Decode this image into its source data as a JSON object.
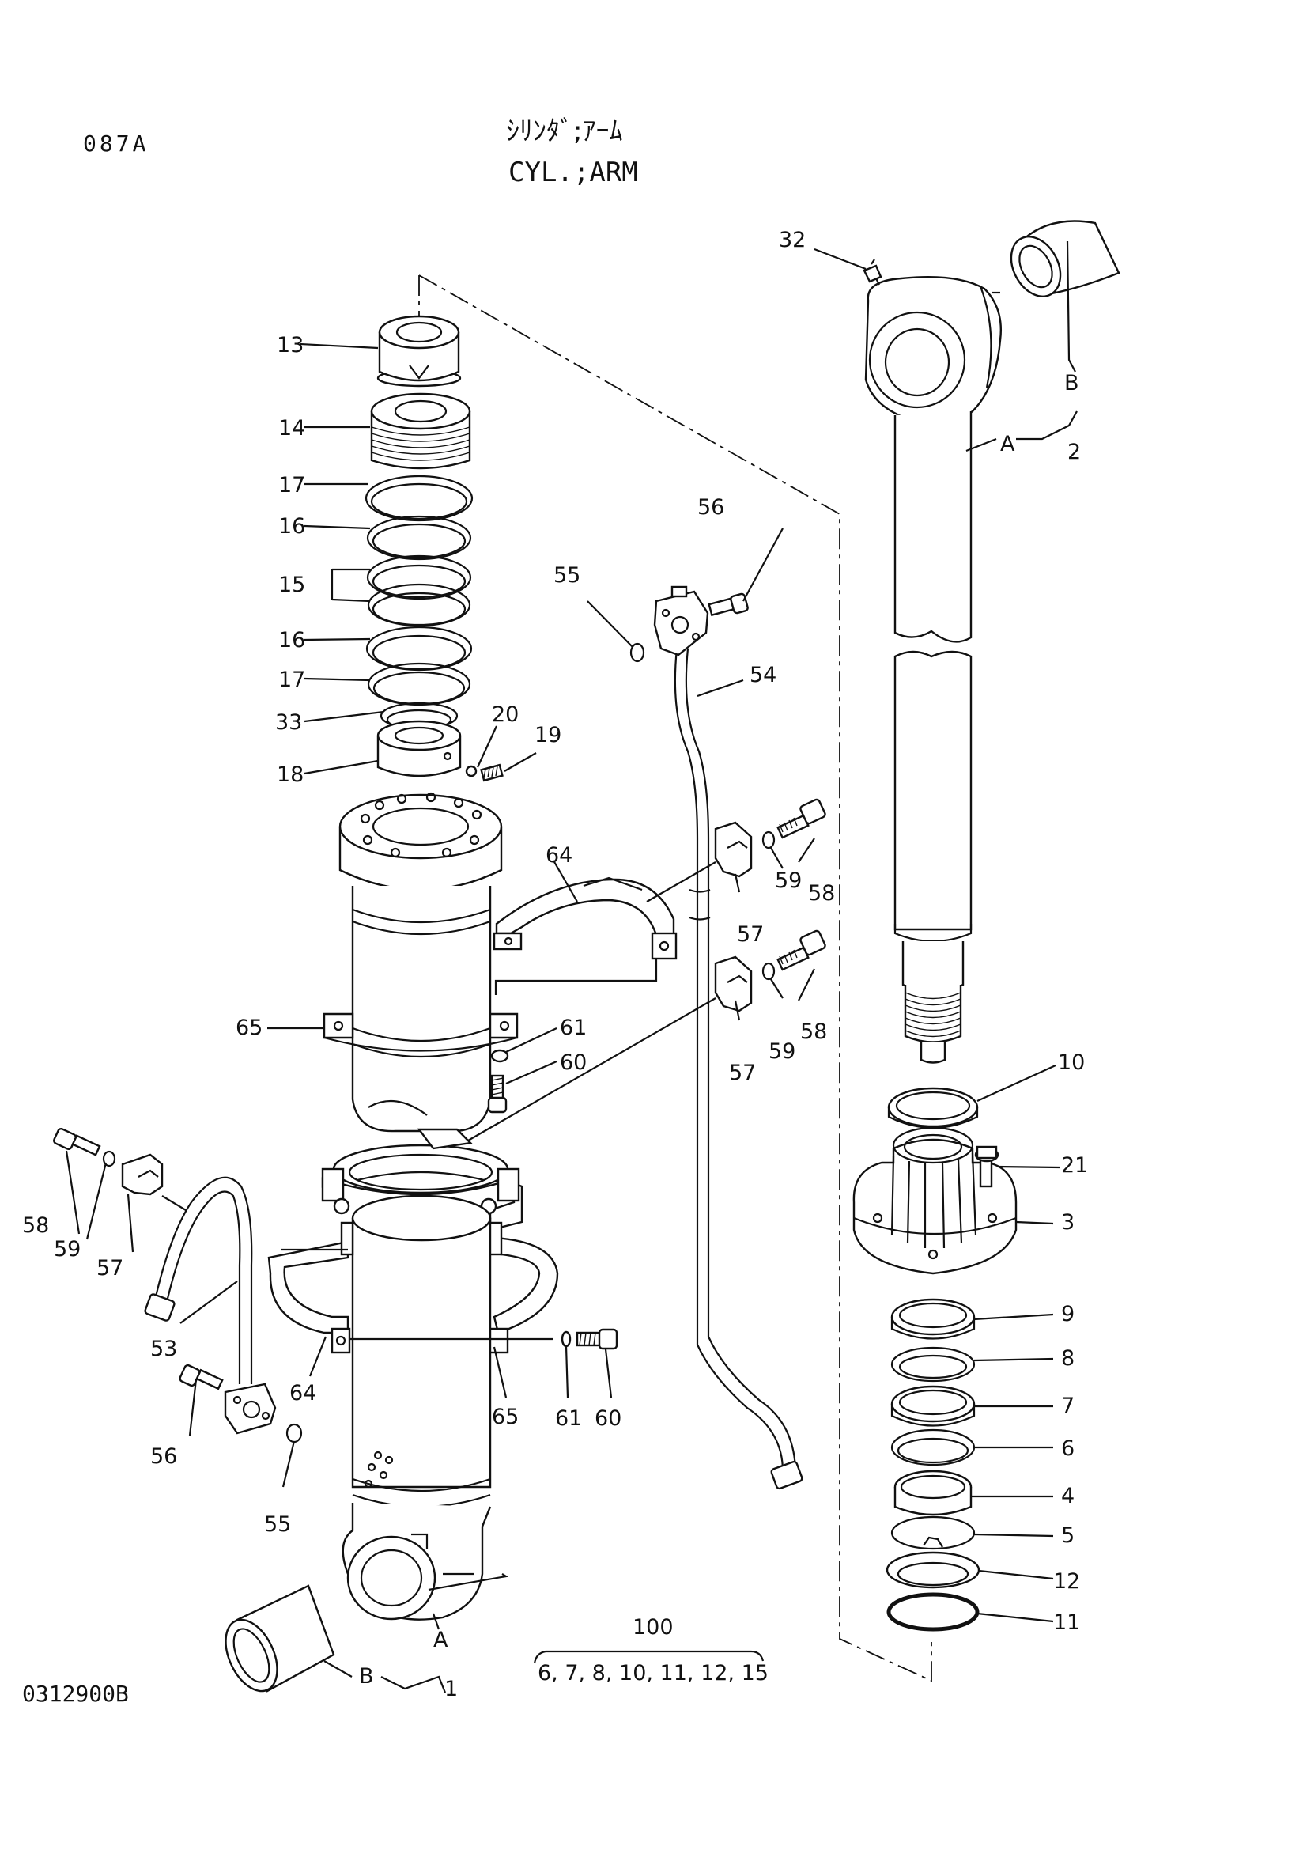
{
  "page_code": "087A",
  "title_jp": "ｼﾘﾝﾀﾞ;ｱｰﾑ",
  "title_en": "CYL.;ARM",
  "drawing_number": "0312900B",
  "kit": {
    "number": "100",
    "contents": "6, 7, 8, 10, 11, 12, 15"
  },
  "callouts": {
    "c1": "1",
    "c2": "2",
    "c3": "3",
    "c4": "4",
    "c5": "5",
    "c6": "6",
    "c7": "7",
    "c8": "8",
    "c9": "9",
    "c10": "10",
    "c11": "11",
    "c12": "12",
    "c13": "13",
    "c14": "14",
    "c15": "15",
    "c16a": "16",
    "c16b": "16",
    "c17a": "17",
    "c17b": "17",
    "c18": "18",
    "c19": "19",
    "c20": "20",
    "c21": "21",
    "c32": "32",
    "c33": "33",
    "c53": "53",
    "c54": "54",
    "c55a": "55",
    "c55b": "55",
    "c56a": "56",
    "c56b": "56",
    "c57a": "57",
    "c57b": "57",
    "c57c": "57",
    "c58a": "58",
    "c58b": "58",
    "c58c": "58",
    "c59a": "59",
    "c59b": "59",
    "c59c": "59",
    "c60a": "60",
    "c60b": "60",
    "c61a": "61",
    "c61b": "61",
    "c64a": "64",
    "c64b": "64",
    "c65a": "65",
    "c65b": "65",
    "A1": "A",
    "A2": "A",
    "B1": "B",
    "B2": "B"
  }
}
